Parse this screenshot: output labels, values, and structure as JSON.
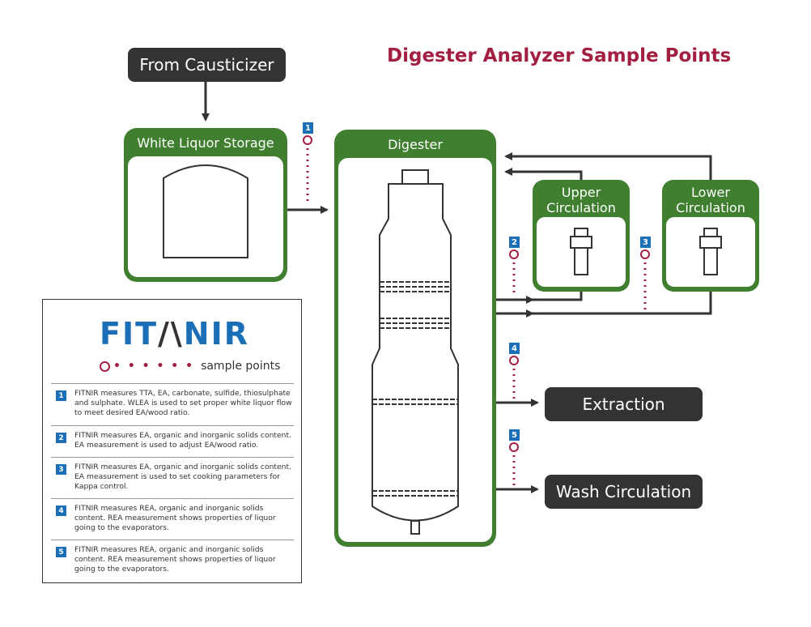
{
  "title": "Digester Analyzer Sample Points",
  "nodes": {
    "from_causticizer": "From Causticizer",
    "white_liquor_storage": "White Liquor Storage",
    "digester": "Digester",
    "upper_circulation": "Upper Circulation",
    "lower_circulation": "Lower Circulation",
    "extraction": "Extraction",
    "wash_circulation": "Wash Circulation"
  },
  "sample_points": [
    "1",
    "2",
    "3",
    "4",
    "5"
  ],
  "legend": {
    "logo_left": "FIT",
    "logo_right": "NIR",
    "sample_key_label": "sample points",
    "notes": [
      {
        "num": "1",
        "text": "FITNIR measures TTA, EA, carbonate, sulfide, thiosulphate and sulphate. WLEA is used to set proper white liquor flow to meet desired EA/wood ratio."
      },
      {
        "num": "2",
        "text": "FITNIR measures EA, organic and inorganic solids content. EA measurement is used to adjust EA/wood ratio."
      },
      {
        "num": "3",
        "text": "FITNIR measures EA, organic and inorganic solids content. EA measurement is used to set cooking parameters for Kappa control."
      },
      {
        "num": "4",
        "text": "FITNIR measures REA, organic and inorganic solids content. REA measurement shows properties of liquor going to the evaporators."
      },
      {
        "num": "5",
        "text": "FITNIR measures REA, organic and inorganic solids content. REA measurement shows properties of liquor going to the evaporators."
      }
    ]
  },
  "colors": {
    "green": "#3f7f2f",
    "dark": "#333333",
    "sample": "#a31f42",
    "badge": "#1a6fb6",
    "title": "#a31f42"
  }
}
